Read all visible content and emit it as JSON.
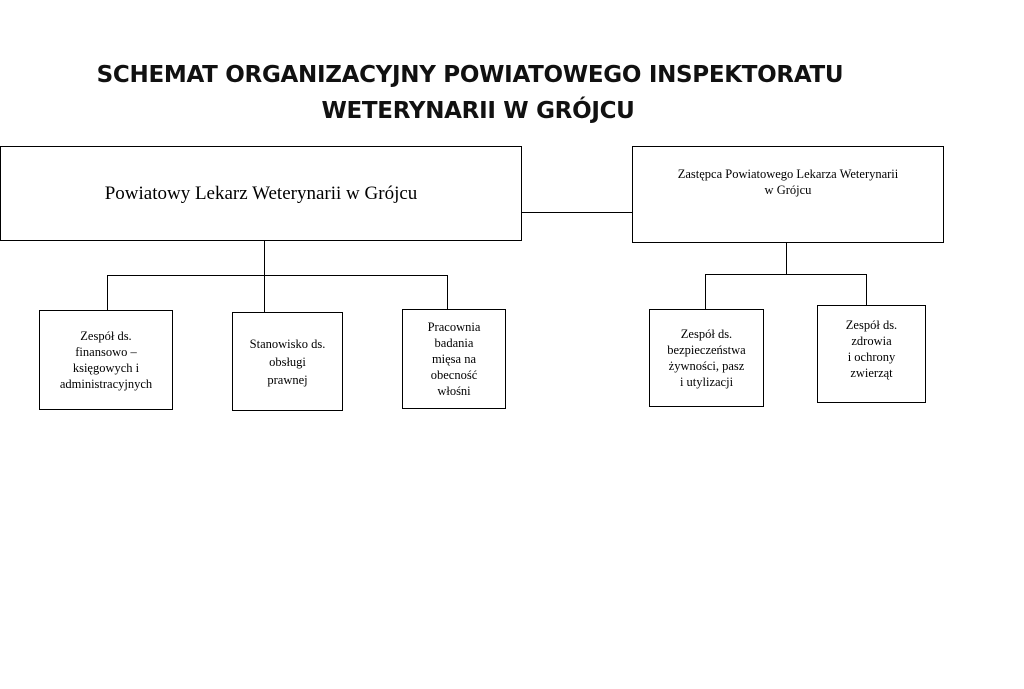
{
  "title": {
    "line1": "SCHEMAT ORGANIZACYJNY POWIATOWEGO INSPEKTORATU",
    "line2": "WETERYNARII W GRÓJCU"
  },
  "boxes": {
    "head": "Powiatowy Lekarz Weterynarii w Grójcu",
    "deputy": "Zastępca Powiatowego Lekarza Weterynarii\nw Grójcu",
    "finance": "Zespół ds.\nfinansowo –\nksięgowych i\nadministracyjnych",
    "legal": "Stanowisko ds.\nobsługi\nprawnej",
    "lab": "Pracownia\nbadania\nmięsa na\nobecność\nwłośni",
    "food_safety": "Zespół ds.\nbezpieczeństwa\nżywności, pasz\ni utylizacji",
    "animal_health": "Zespół ds.\nzdrowia\ni ochrony\nzwierząt"
  }
}
